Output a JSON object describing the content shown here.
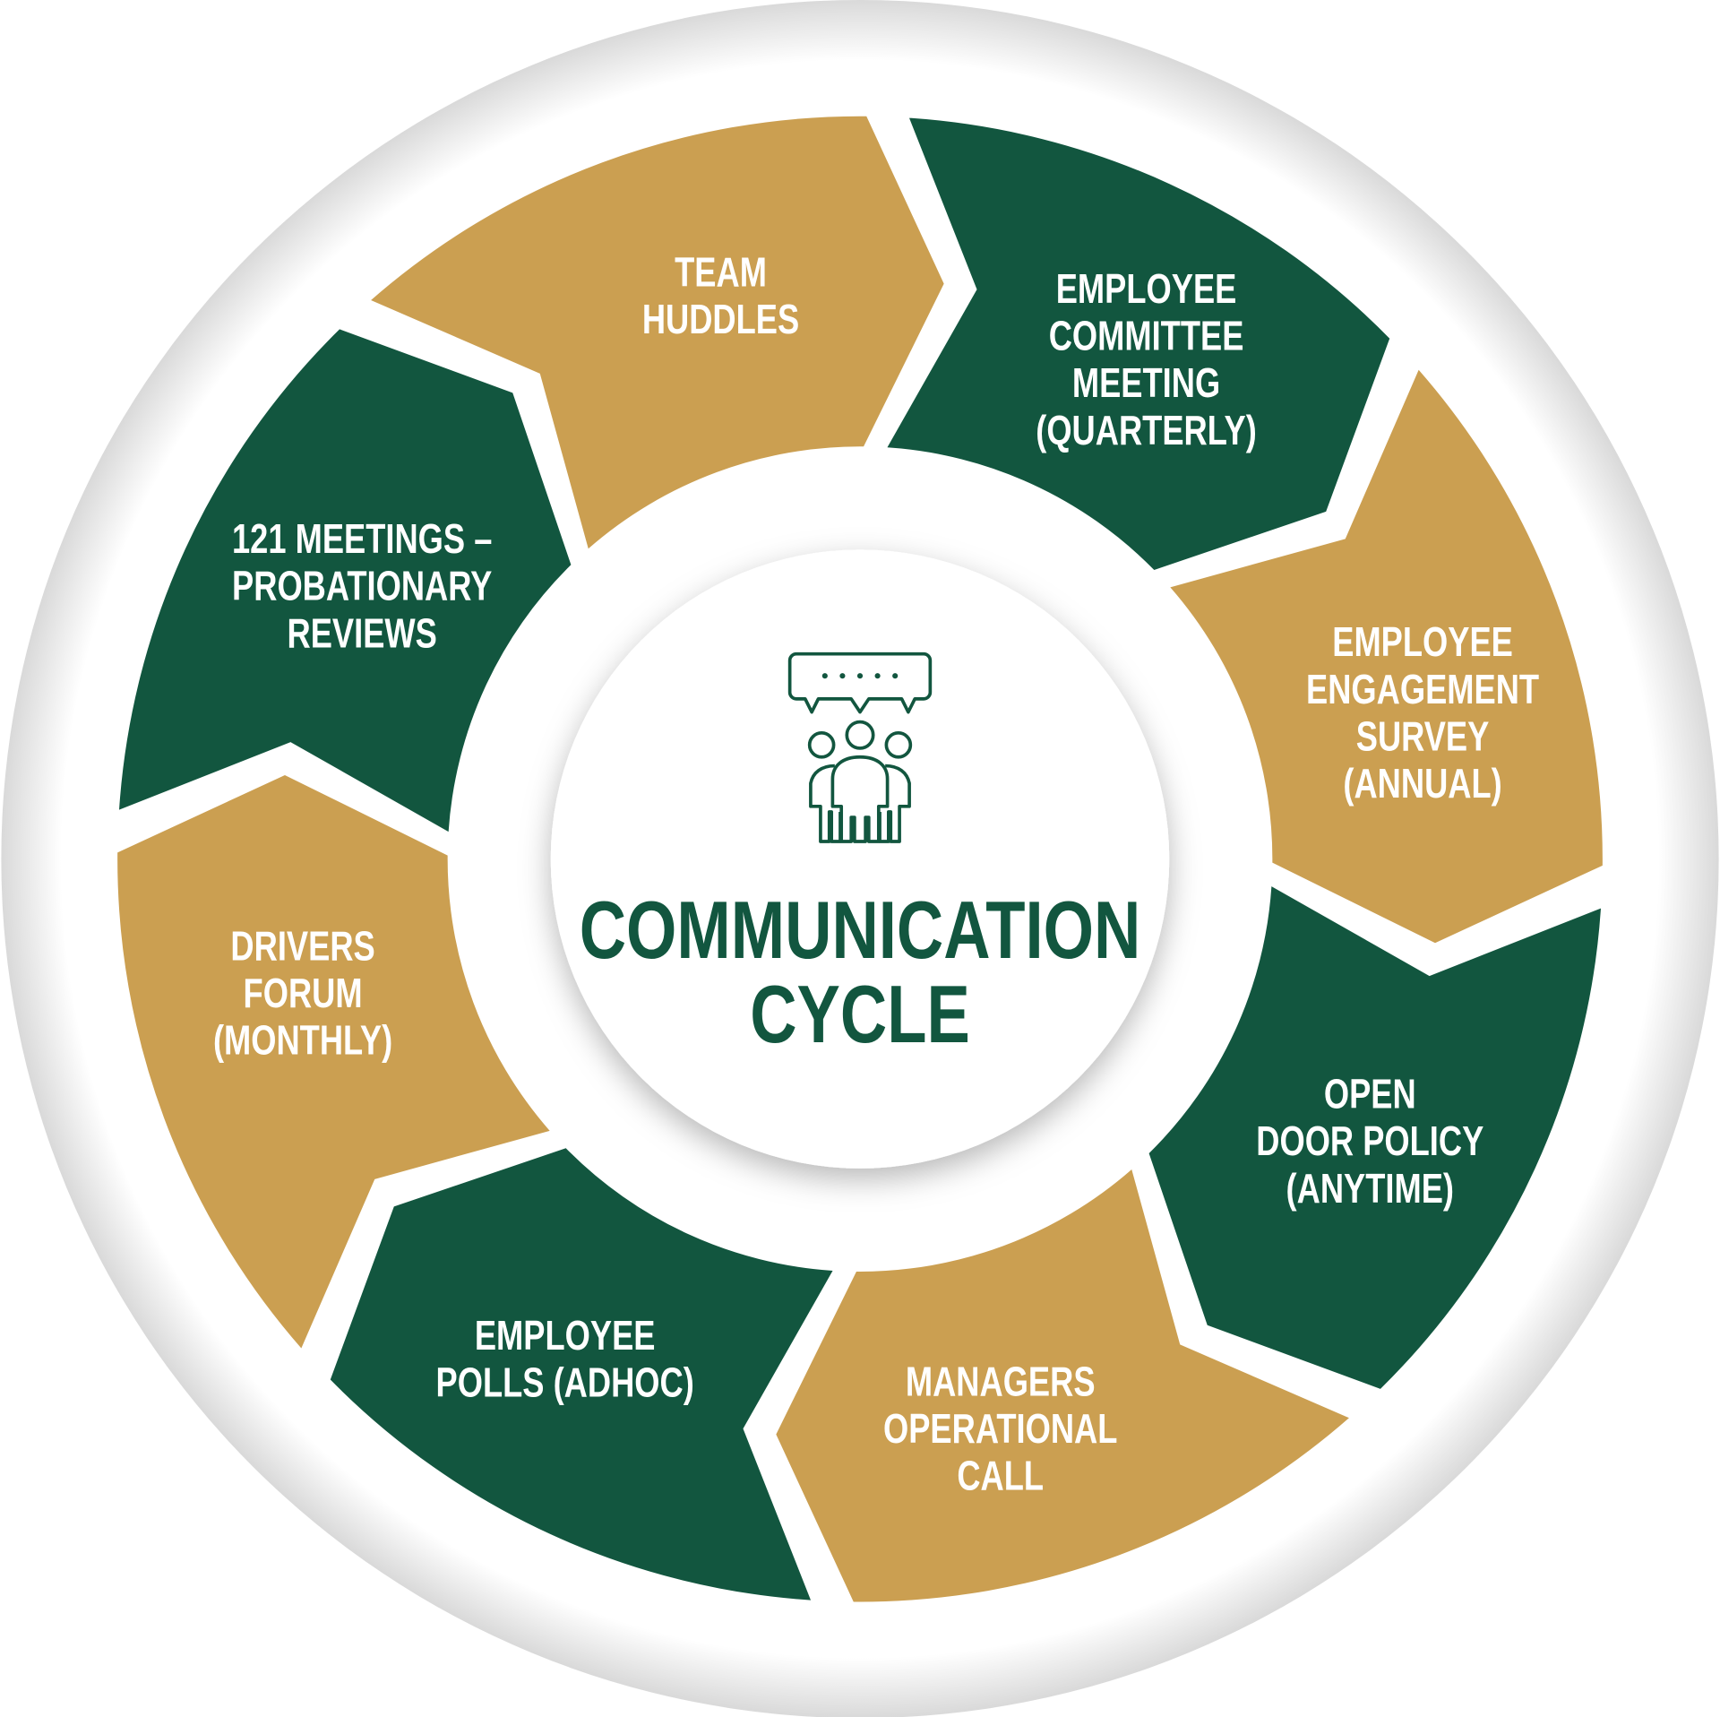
{
  "title": {
    "line1": "COMMUNICATION",
    "line2": "CYCLE"
  },
  "colors": {
    "green": "#12563F",
    "gold": "#CB9F51",
    "ring": "#FFFFFF"
  },
  "segments": [
    {
      "id": "employee-committee-meeting",
      "color": "green",
      "lines": [
        "EMPLOYEE",
        "COMMITTEE",
        "MEETING",
        "(QUARTERLY)"
      ]
    },
    {
      "id": "employee-engagement-survey",
      "color": "gold",
      "lines": [
        "EMPLOYEE",
        "ENGAGEMENT",
        "SURVEY",
        "(ANNUAL)"
      ]
    },
    {
      "id": "open-door-policy",
      "color": "green",
      "lines": [
        "OPEN",
        "DOOR POLICY",
        "(ANYTIME)"
      ]
    },
    {
      "id": "managers-operational-call",
      "color": "gold",
      "lines": [
        "MANAGERS",
        "OPERATIONAL",
        "CALL"
      ]
    },
    {
      "id": "employee-polls",
      "color": "green",
      "lines": [
        "EMPLOYEE",
        "POLLS (ADHOC)"
      ]
    },
    {
      "id": "drivers-forum",
      "color": "gold",
      "lines": [
        "DRIVERS",
        "FORUM",
        "(MONTHLY)"
      ]
    },
    {
      "id": "121-meetings",
      "color": "green",
      "lines": [
        "121 MEETINGS –",
        "PROBATIONARY",
        "REVIEWS"
      ]
    },
    {
      "id": "team-huddles",
      "color": "gold",
      "lines": [
        "TEAM",
        "HUDDLES"
      ]
    }
  ]
}
